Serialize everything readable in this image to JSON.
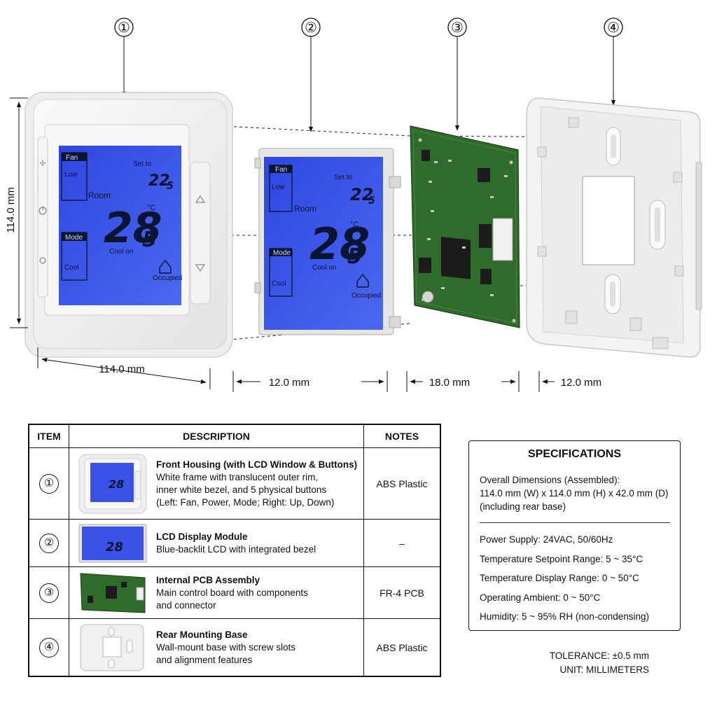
{
  "callouts": [
    "①",
    "②",
    "③",
    "④"
  ],
  "dimensions": {
    "height": "114.0 mm",
    "width": "114.0 mm",
    "lcd_depth": "12.0 mm",
    "pcb_depth": "18.0 mm",
    "base_depth": "12.0 mm"
  },
  "lcd": {
    "fan_label": "Fan",
    "fan_value": "Low",
    "set_to": "Set to",
    "setpoint": "22",
    "setpoint_dec": "5",
    "room_label": "Room",
    "room_temp": "28",
    "room_temp_dec": "5",
    "unit": "°C",
    "status": "Cool on",
    "mode_label": "Mode",
    "mode_value": "Cool",
    "occupied": "Occupied"
  },
  "table": {
    "headers": {
      "item": "ITEM",
      "description": "DESCRIPTION",
      "notes": "NOTES"
    },
    "rows": [
      {
        "num": "①",
        "title": "Front Housing (with LCD Window & Buttons)",
        "body": "White frame with translucent outer rim,\ninner white bezel, and 5 physical buttons\n(Left: Fan, Power, Mode; Right:  Up, Down)",
        "notes": "ABS Plastic"
      },
      {
        "num": "②",
        "title": "LCD Display Module",
        "body": "Blue-backlit LCD with integrated bezel",
        "notes": "–"
      },
      {
        "num": "③",
        "title": "Internal PCB Assembly",
        "body": "Main control board with components\nand connector",
        "notes": "FR-4 PCB"
      },
      {
        "num": "④",
        "title": "Rear Mounting Base",
        "body": "Wall-mount base with screw slots\nand alignment features",
        "notes": "ABS Plastic"
      }
    ]
  },
  "specs": {
    "heading": "SPECIFICATIONS",
    "dims": "Overall Dimensions (Assembled):\n114.0 mm (W) x 114.0 mm (H) x 42.0 mm (D)\n(including rear base)",
    "items": [
      "Power Supply: 24VAC, 50/60Hz",
      "Temperature Setpoint Range:  5 ~ 35°C",
      "Temperature Display Range: 0 ~ 50°C",
      "Operating Ambient: 0 ~ 50°C",
      "Humidity: 5 ~ 95% RH (non-condensing)"
    ]
  },
  "footer": {
    "tolerance": "TOLERANCE: ±0.5 mm",
    "unit": "UNIT: MILLIMETERS"
  },
  "colors": {
    "lcd_blue": "#3a52e6",
    "pcb_green": "#2f6b2a",
    "housing": "#f2f2f2"
  }
}
